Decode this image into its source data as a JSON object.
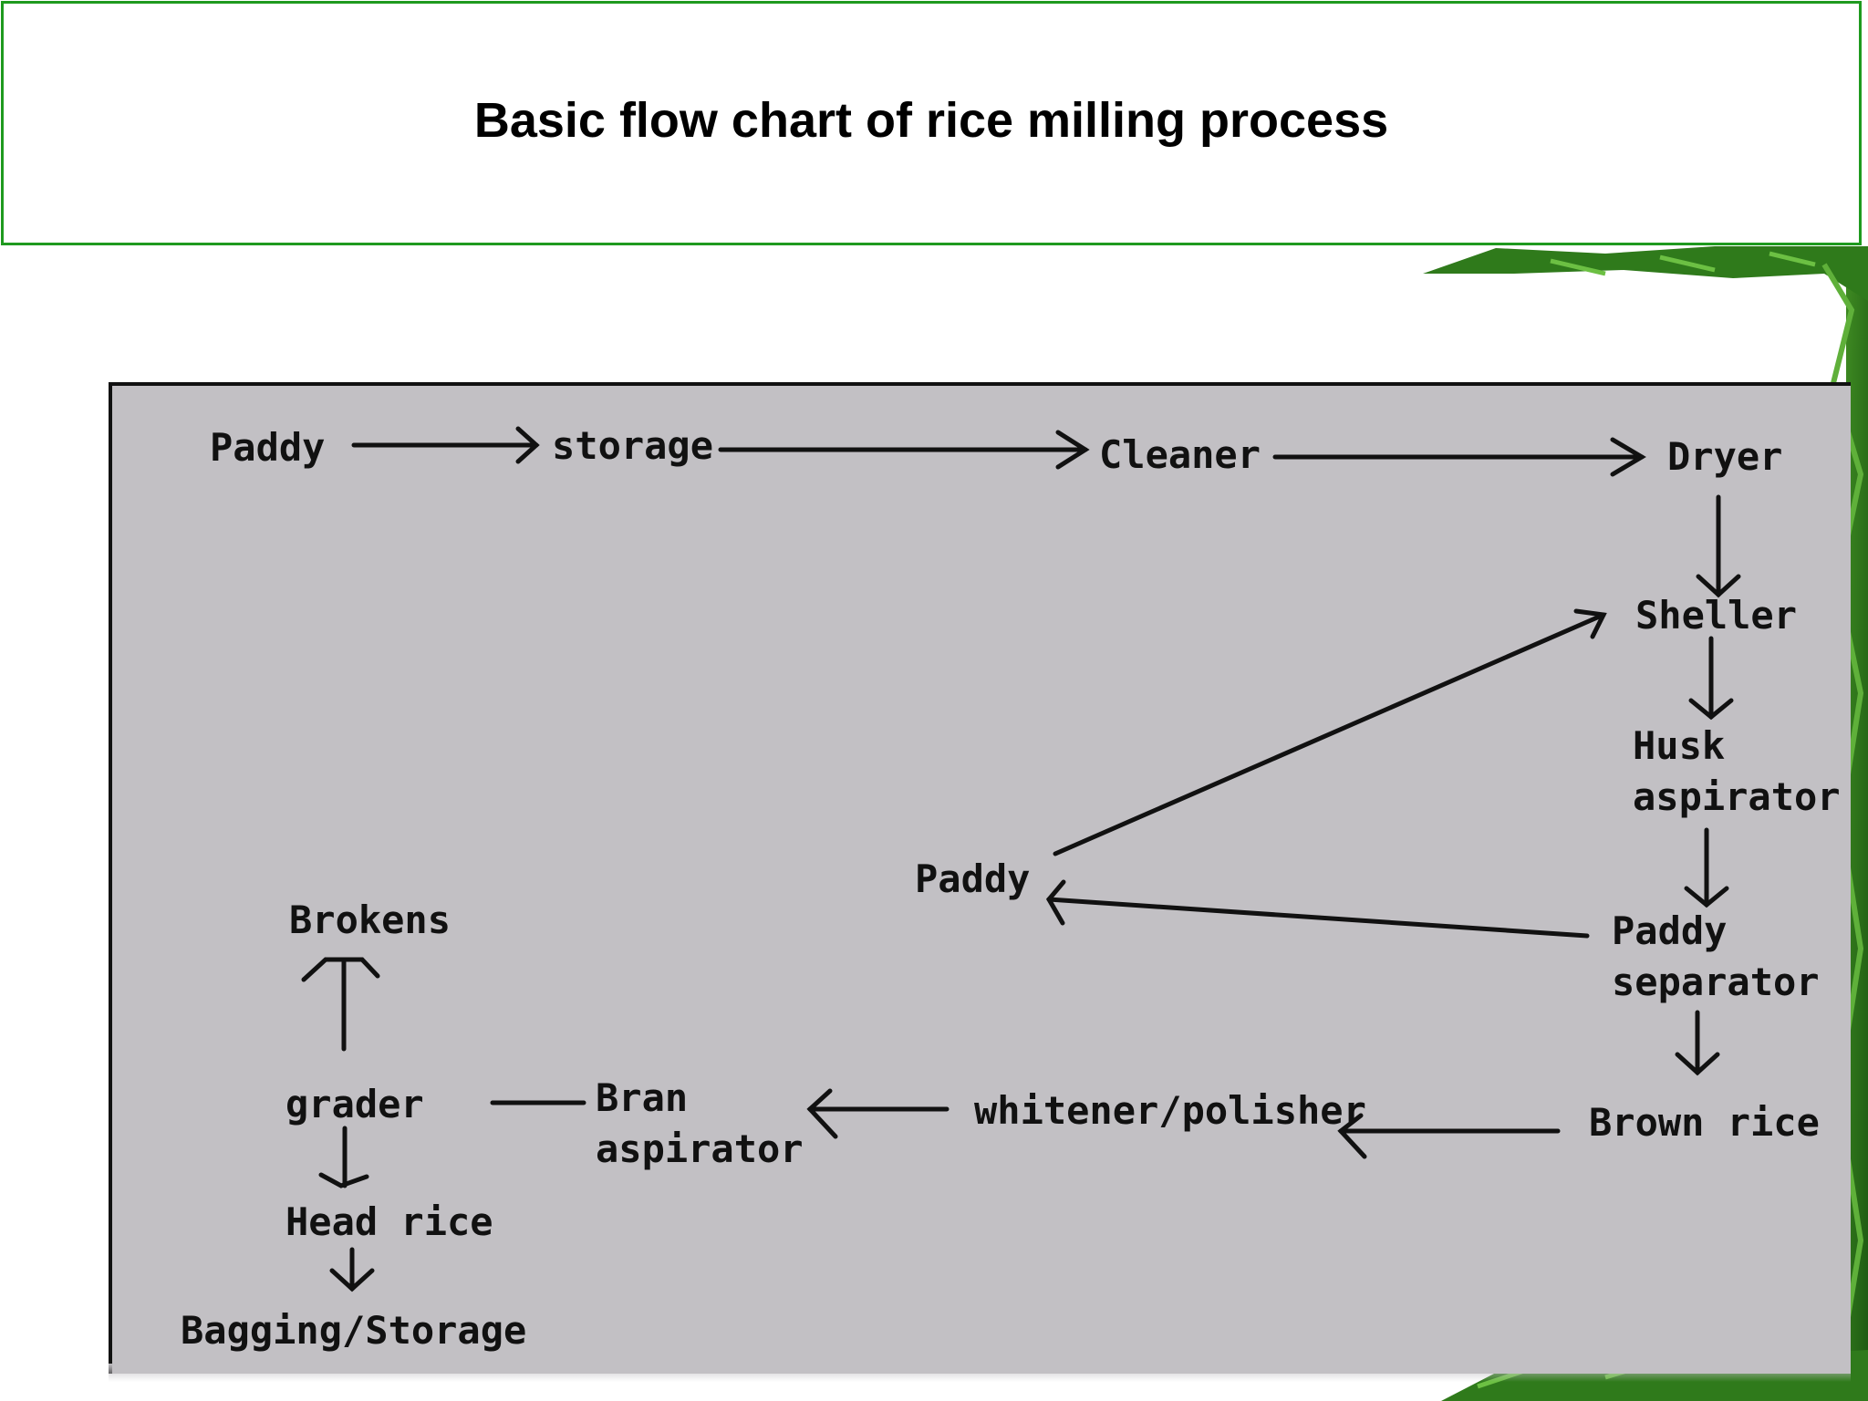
{
  "title": "Basic flow chart of rice milling process",
  "nodes": {
    "paddy_start": "Paddy",
    "storage": "storage",
    "cleaner": "Cleaner",
    "dryer": "Dryer",
    "sheller": "Sheller",
    "husk_aspirator": [
      "Husk",
      "aspirator"
    ],
    "paddy_return": "Paddy",
    "paddy_separator": [
      "Paddy",
      "separator"
    ],
    "brown_rice": "Brown rice",
    "whitener": "whitener/polisher",
    "bran_aspirator": [
      "Bran",
      "aspirator"
    ],
    "grader": "grader",
    "brokens": "Brokens",
    "head_rice": "Head rice",
    "bagging": "Bagging/Storage"
  },
  "colors": {
    "title_border": "#1f9a1f",
    "panel_fill": "#c2c0c4",
    "ink": "#111111",
    "leaf_dark": "#1d5a12",
    "leaf_light": "#4c9a2a"
  }
}
